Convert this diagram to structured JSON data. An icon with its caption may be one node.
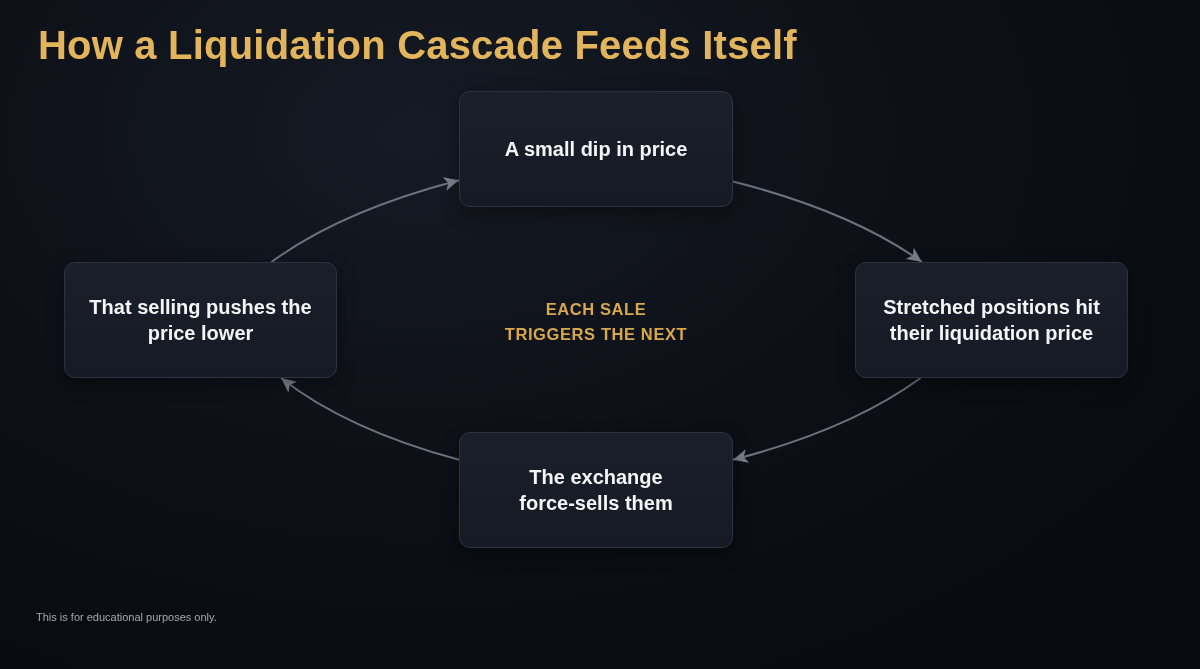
{
  "diagram": {
    "title": "How a Liquidation Cascade Feeds Itself",
    "nodes": [
      {
        "text": [
          "A small dip in price"
        ]
      },
      {
        "text": [
          "Stretched positions hit their liquidation price"
        ]
      },
      {
        "text": [
          "The exchange force-sells them"
        ]
      },
      {
        "text": [
          "That selling pushes the price lower"
        ]
      }
    ],
    "edges": [
      {
        "from": 0,
        "to": 1,
        "arrow": "to"
      },
      {
        "from": 1,
        "to": 2,
        "arrow": "to"
      },
      {
        "from": 2,
        "to": 3,
        "arrow": "to"
      },
      {
        "from": 3,
        "to": 0,
        "arrow": "to"
      }
    ],
    "labels": [
      "EACH SALE TRIGGERS THE NEXT",
      "This is for educational purposes only."
    ]
  }
}
